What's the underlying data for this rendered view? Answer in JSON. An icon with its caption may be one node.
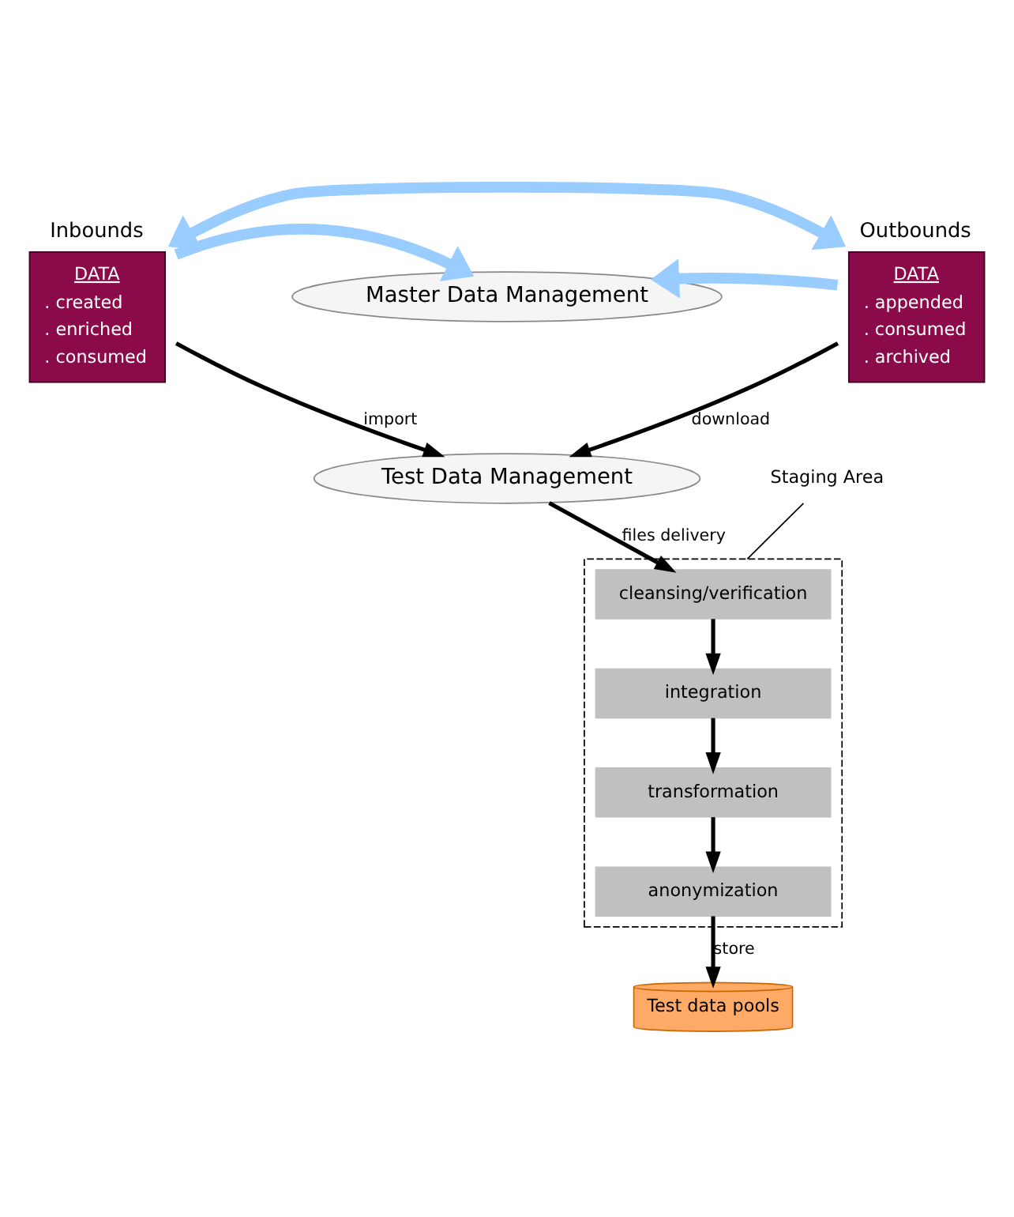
{
  "diagram": {
    "nodes": [
      {
        "text": [
          "Master Data Management"
        ]
      },
      {
        "text": [
          "Inbounds",
          "DATA",
          ". created",
          ". enriched",
          ". consumed"
        ]
      },
      {
        "text": [
          "Outbounds",
          "DATA",
          ". appended",
          ". consumed",
          ". archived"
        ]
      },
      {
        "text": [
          "Test Data Management"
        ]
      },
      {
        "text": [],
        "shape": "box"
      },
      {
        "text": [
          "Staging Area"
        ]
      },
      {
        "text": [
          "cleansing/verification"
        ],
        "in": 4
      },
      {
        "text": [
          "integration"
        ],
        "in": 4
      },
      {
        "text": [
          "transformation"
        ],
        "in": 4
      },
      {
        "text": [
          "anonymization"
        ],
        "in": 4
      },
      {
        "text": [
          "Test data pools"
        ]
      }
    ],
    "edges": [
      {
        "from": 1,
        "to": 2,
        "arrow": "both",
        "style": "thick",
        "color": "#99ccff"
      },
      {
        "from": 1,
        "to": 0,
        "arrow": "to",
        "style": "thick",
        "color": "#99ccff"
      },
      {
        "from": 2,
        "to": 0,
        "arrow": "to",
        "style": "thick",
        "color": "#99ccff"
      },
      {
        "from": 1,
        "to": 3,
        "arrow": "to",
        "label": "import"
      },
      {
        "from": 2,
        "to": 3,
        "arrow": "to",
        "label": "download"
      },
      {
        "from": 3,
        "to": 6,
        "arrow": "to",
        "label": "files delivery"
      },
      {
        "from": 6,
        "to": 7,
        "arrow": "to"
      },
      {
        "from": 7,
        "to": 8,
        "arrow": "to"
      },
      {
        "from": 8,
        "to": 9,
        "arrow": "to"
      },
      {
        "from": 9,
        "to": 10,
        "arrow": "to",
        "label": "store"
      },
      {
        "from": 5,
        "to": 4,
        "arrow": "none"
      }
    ]
  }
}
